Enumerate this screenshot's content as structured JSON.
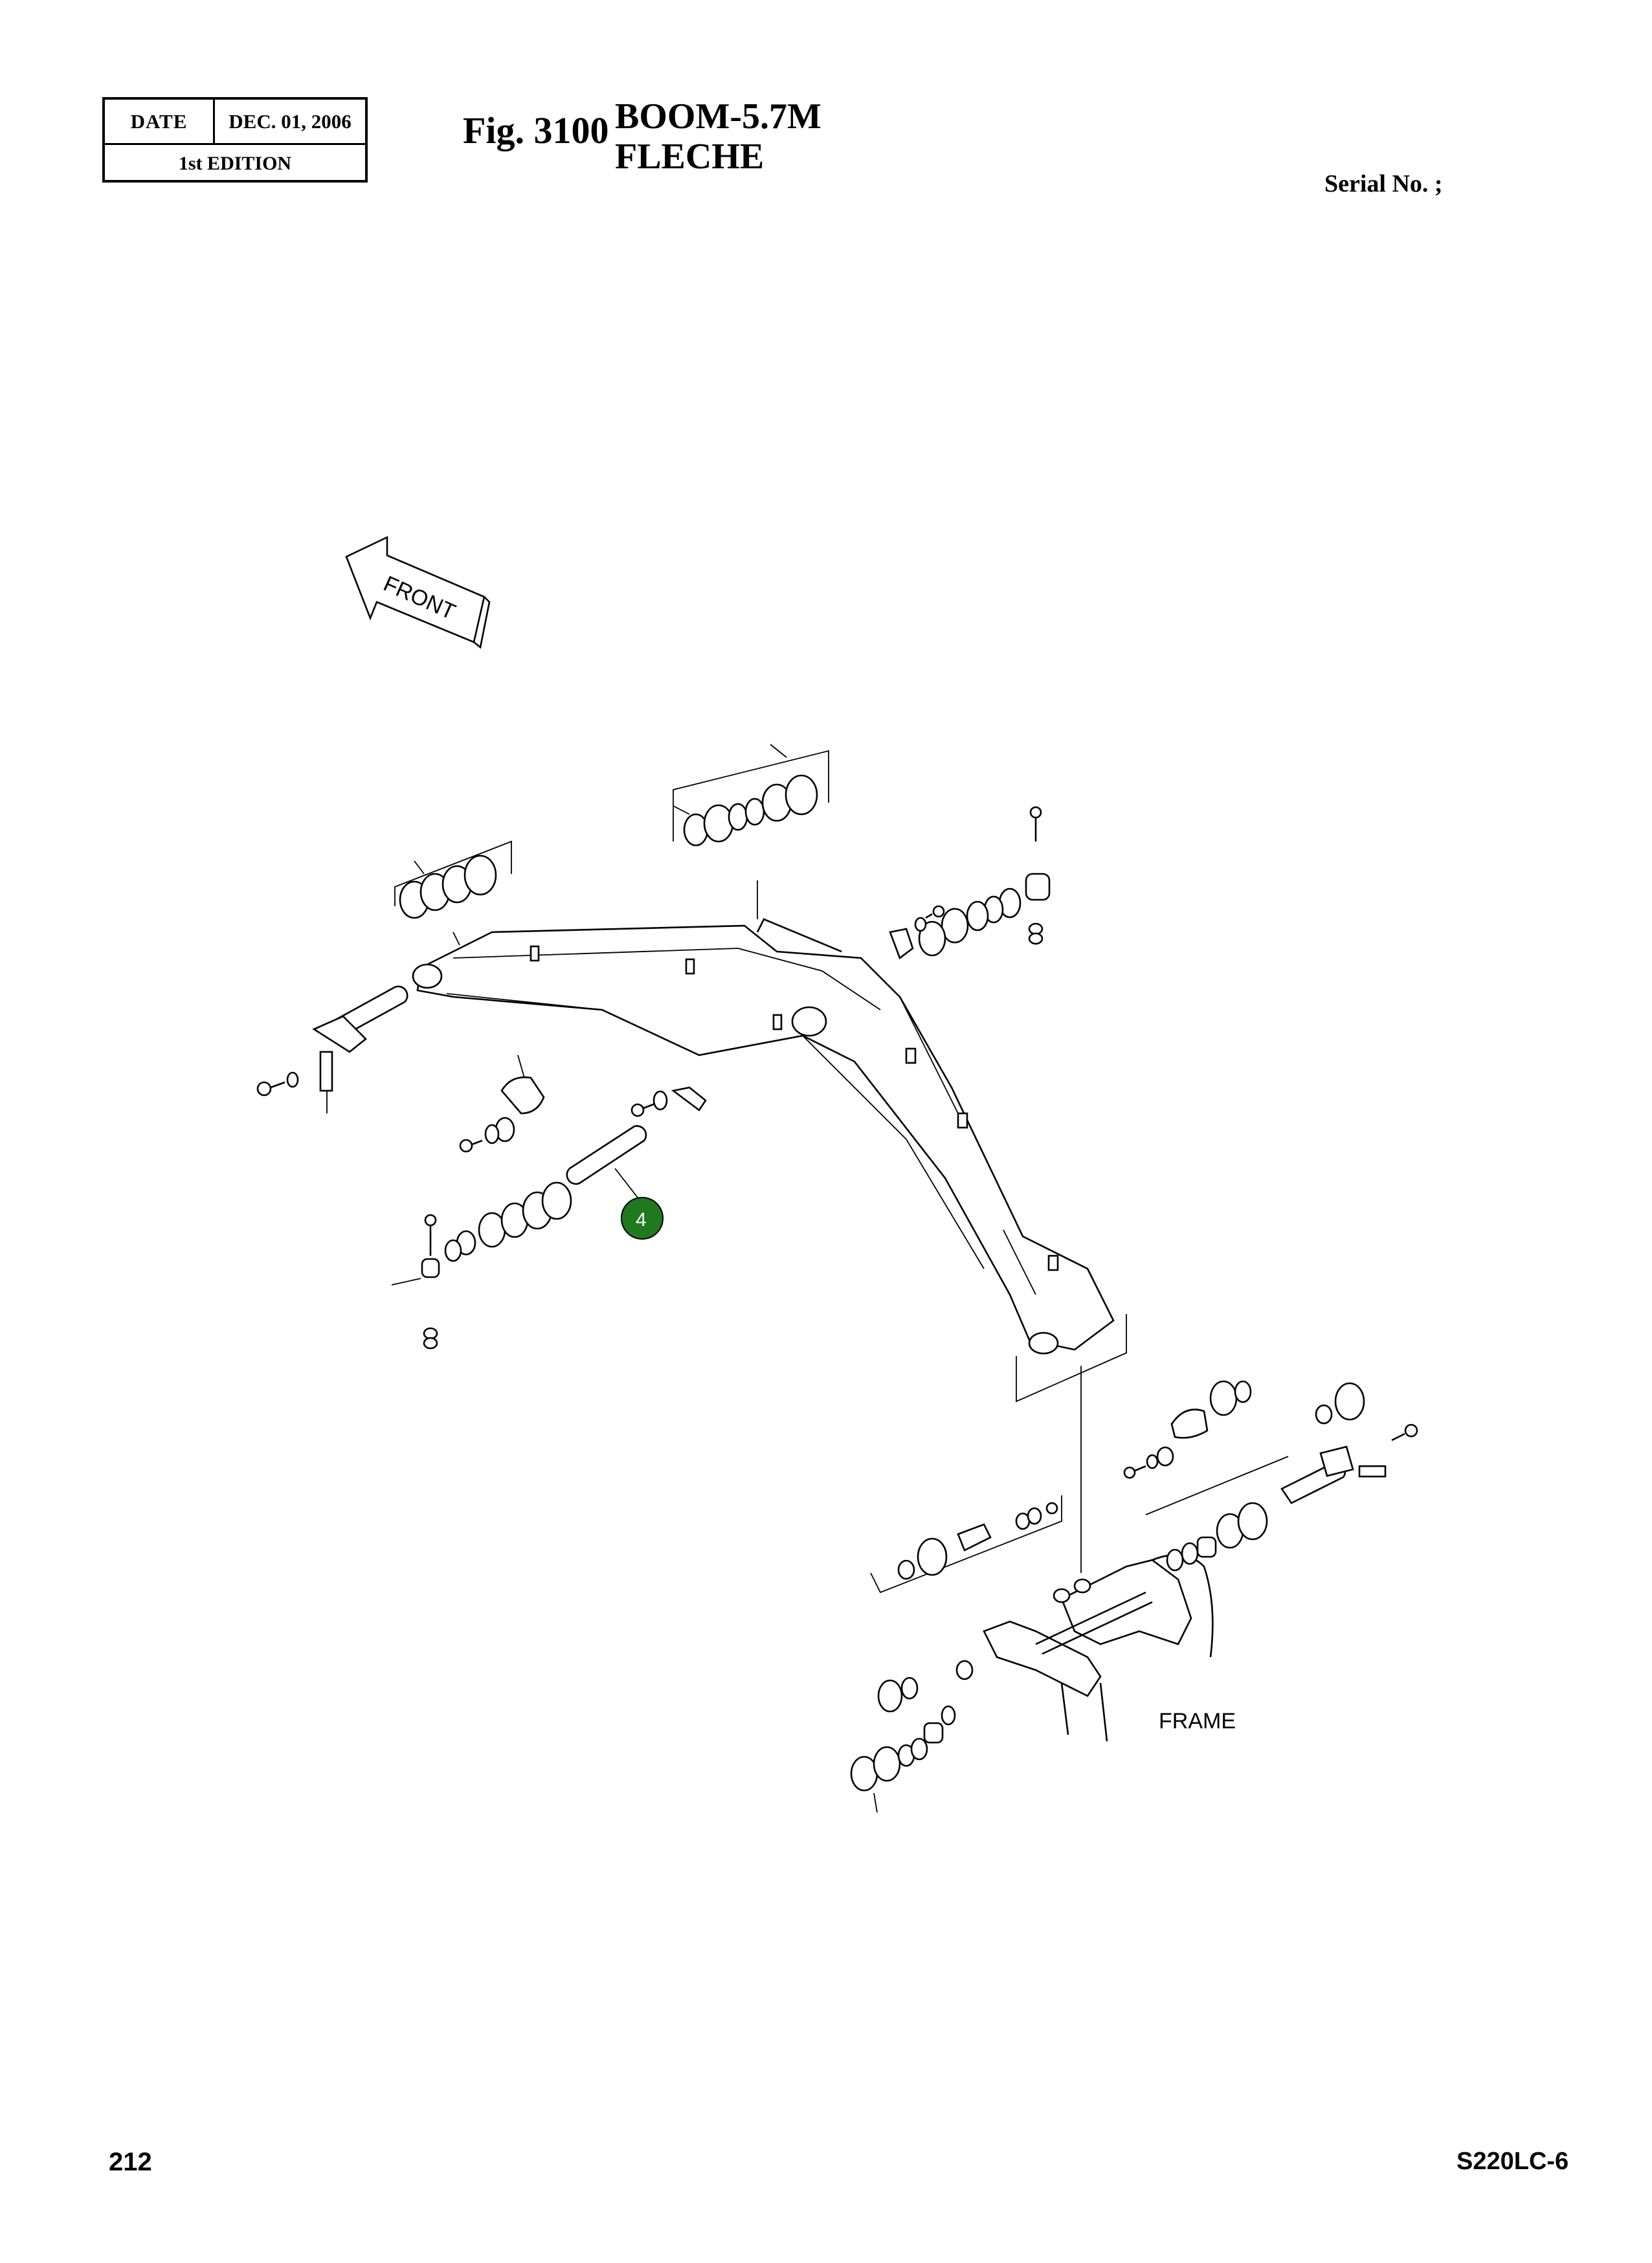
{
  "header": {
    "date_label": "DATE",
    "date_value": "DEC. 01, 2006",
    "edition": "1st EDITION",
    "fig_number": "Fig. 3100",
    "title_en": "BOOM-5.7M",
    "title_fr": "FLECHE",
    "serial": "Serial No. ;"
  },
  "drawing": {
    "front_label": "FRONT",
    "frame_label": "FRAME",
    "callout_number": "4",
    "callout_color": "#1f7a1f"
  },
  "footer": {
    "page_number": "212",
    "model": "S220LC-6"
  }
}
